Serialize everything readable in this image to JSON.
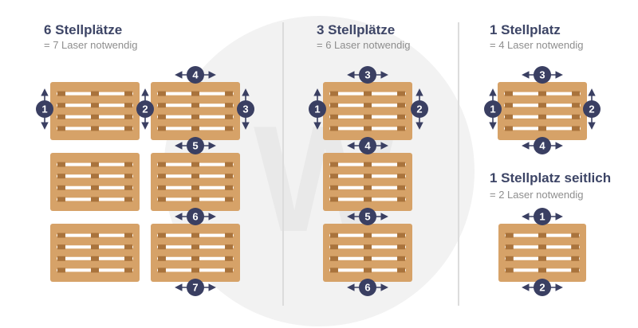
{
  "colors": {
    "laser_green": "#2ed02e",
    "pallet_wood": "#d6a268",
    "pallet_dark": "#a9733c",
    "badge_navy": "#3a3f62",
    "title_text": "#3d4566",
    "subtitle_text": "#8e8e8e"
  },
  "sections": [
    {
      "title": "6 Stellplätze",
      "subtitle": "= 7 Laser notwendig"
    },
    {
      "title": "3 Stellplätze",
      "subtitle": "= 6 Laser notwendig"
    },
    {
      "title": "1 Stellplatz",
      "subtitle": "= 4 Laser notwendig"
    },
    {
      "title": "1 Stellplatz seitlich",
      "subtitle": "= 2 Laser notwendig"
    }
  ],
  "lasers": {
    "six": [
      "1",
      "2",
      "3",
      "4",
      "5",
      "6",
      "7"
    ],
    "three": [
      "1",
      "2",
      "3",
      "4",
      "5",
      "6"
    ],
    "one": [
      "1",
      "2",
      "3",
      "4"
    ],
    "side": [
      "1",
      "2"
    ]
  },
  "icons": {
    "badge": "laser-number-badge-icon",
    "arrow": "double-arrow-icon",
    "pallet": "pallet-icon"
  }
}
